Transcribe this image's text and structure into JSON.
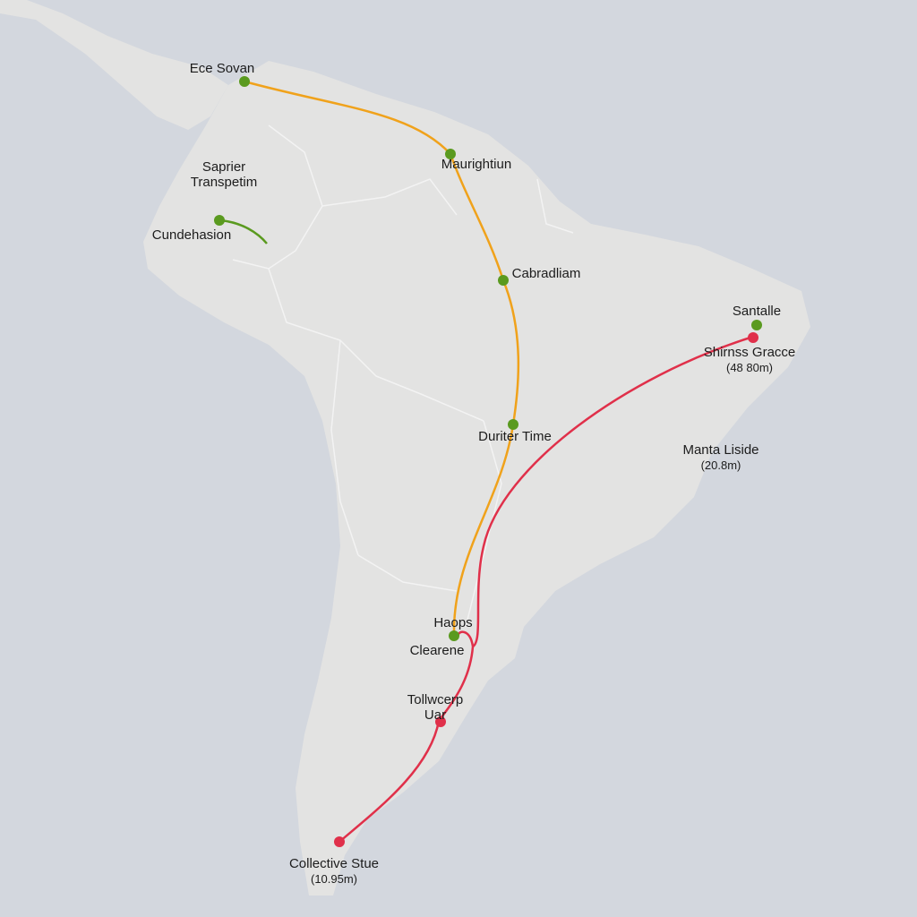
{
  "colors": {
    "ocean": "#d3d7de",
    "land": "#e3e3e2",
    "border": "#f3f3f3",
    "route_orange": "#f0a21b",
    "route_red": "#e0304a",
    "route_green": "#5a9a1f",
    "node_green": "#5a9a1f",
    "node_red": "#e0304a"
  },
  "labels": {
    "ece_sovan": "Ece Sovan",
    "maurightiun": "Maurightiun",
    "saprier_1": "Saprier",
    "saprier_2": "Transpetim",
    "cundehasion": "Cundehasion",
    "cabradliam": "Cabradliam",
    "santalle": "Santalle",
    "shirnss": "Shirnss Gracce",
    "shirnss_sub": "(48 80m)",
    "duriter": "Duriter Time",
    "manta": "Manta Liside",
    "manta_sub": "(20.8m)",
    "haops": "Haops",
    "clearene": "Clearene",
    "tollwcerp_1": "Tollwcerp",
    "tollwcerp_2": "Uar",
    "collective": "Collective Stue",
    "collective_sub": "(10.95m)"
  }
}
